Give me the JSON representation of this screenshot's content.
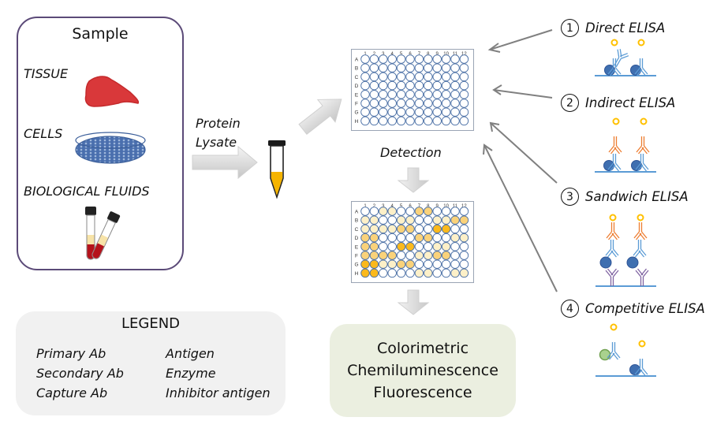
{
  "sample": {
    "title": "Sample",
    "items": [
      {
        "label": "TISSUE",
        "icon": "liver-tissue-icon"
      },
      {
        "label": "CELLS",
        "icon": "petri-dish-icon"
      },
      {
        "label": "BIOLOGICAL FLUIDS",
        "icon": "blood-tubes-icon"
      }
    ]
  },
  "flow": {
    "lysate_label_line1": "Protein",
    "lysate_label_line2": "Lysate",
    "detection_label": "Detection"
  },
  "plate": {
    "columns": [
      "1",
      "2",
      "3",
      "4",
      "5",
      "6",
      "7",
      "8",
      "9",
      "10",
      "11",
      "12"
    ],
    "rows": [
      "A",
      "B",
      "C",
      "D",
      "E",
      "F",
      "G",
      "H"
    ],
    "intensity_levels": [
      "none",
      "light",
      "medium",
      "strong"
    ],
    "detected_wells": [
      [
        0,
        0,
        1,
        1,
        0,
        0,
        2,
        2,
        0,
        0,
        0,
        0
      ],
      [
        1,
        1,
        0,
        0,
        1,
        1,
        0,
        0,
        1,
        1,
        2,
        2
      ],
      [
        1,
        1,
        1,
        1,
        2,
        2,
        0,
        0,
        3,
        3,
        0,
        0
      ],
      [
        2,
        2,
        0,
        0,
        0,
        0,
        2,
        2,
        0,
        0,
        1,
        1
      ],
      [
        2,
        2,
        0,
        0,
        3,
        3,
        0,
        0,
        1,
        1,
        0,
        0
      ],
      [
        2,
        2,
        2,
        2,
        0,
        0,
        1,
        1,
        2,
        2,
        0,
        0
      ],
      [
        3,
        3,
        1,
        1,
        2,
        2,
        0,
        0,
        0,
        0,
        0,
        0
      ],
      [
        3,
        3,
        0,
        0,
        0,
        0,
        1,
        1,
        0,
        0,
        1,
        1
      ]
    ]
  },
  "results": {
    "methods": [
      "Colorimetric",
      "Chemiluminescence",
      "Fluorescence"
    ]
  },
  "elisa_types": [
    {
      "number": "1",
      "label": "Direct ELISA"
    },
    {
      "number": "2",
      "label": "Indirect ELISA"
    },
    {
      "number": "3",
      "label": "Sandwich ELISA"
    },
    {
      "number": "4",
      "label": "Competitive ELISA"
    }
  ],
  "legend": {
    "title": "LEGEND",
    "items": [
      {
        "label": "Primary Ab",
        "icon": "primary-antibody-icon"
      },
      {
        "label": "Secondary Ab",
        "icon": "secondary-antibody-icon"
      },
      {
        "label": "Capture Ab",
        "icon": "capture-antibody-icon"
      },
      {
        "label": "Antigen",
        "icon": "antigen-icon"
      },
      {
        "label": "Enzyme",
        "icon": "enzyme-icon"
      },
      {
        "label": "Inhibitor antigen",
        "icon": "inhibitor-antigen-icon"
      }
    ]
  },
  "colors": {
    "primary_ab": "#5b9bd5",
    "secondary_ab": "#ed7d31",
    "capture_ab": "#8064a2",
    "antigen": "#3f6fb0",
    "enzyme": "#ffc000",
    "inhibitor": "#a9d18e",
    "sample_border": "#5b4a78",
    "well_outline": "#4a6fa5",
    "well_light": "#fdf0c8",
    "well_medium": "#fad27a",
    "well_strong": "#fbb91c"
  }
}
